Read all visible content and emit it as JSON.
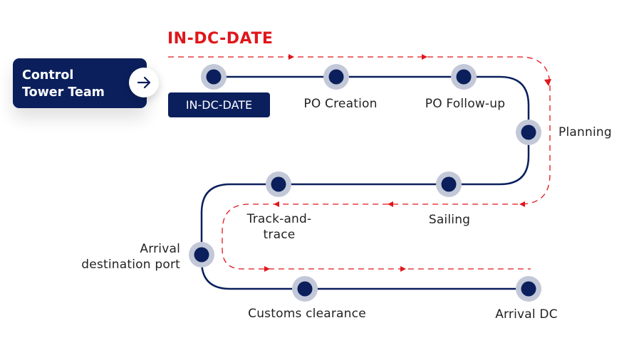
{
  "title": "IN-DC-DATE",
  "team_card": {
    "line1": "Control",
    "line2": "Tower Team",
    "arrow_icon": "arrow-right-icon"
  },
  "start_badge": "IN-DC-DATE",
  "colors": {
    "navy": "#0a1f5c",
    "halo": "#c3c8d8",
    "red": "#e0161b"
  },
  "steps": [
    {
      "label": "IN-DC-DATE"
    },
    {
      "label": "PO Creation"
    },
    {
      "label": "PO Follow-up"
    },
    {
      "label": "Planning"
    },
    {
      "label": "Sailing"
    },
    {
      "label": "Track-and-",
      "label2": "trace"
    },
    {
      "label": "Arrival",
      "label2": "destination port"
    },
    {
      "label": "Customs clearance"
    },
    {
      "label": "Arrival DC"
    }
  ]
}
